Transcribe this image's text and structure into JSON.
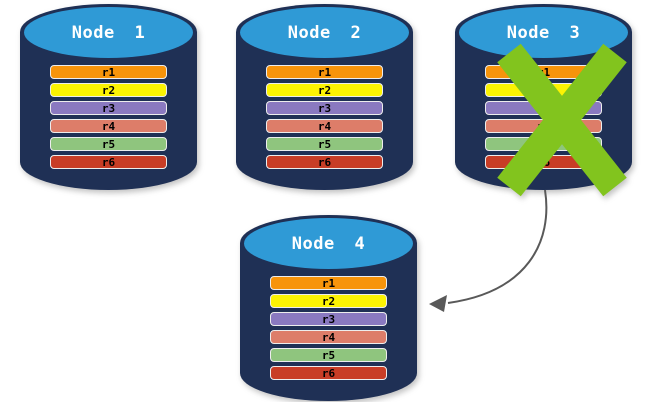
{
  "diagram": {
    "description": "Database replication nodes with failed node failover"
  },
  "nodes": [
    {
      "label": "Node 1",
      "failed": false
    },
    {
      "label": "Node 2",
      "failed": false
    },
    {
      "label": "Node 3",
      "failed": true
    },
    {
      "label": "Node 4",
      "failed": false
    }
  ],
  "replicas": [
    {
      "label": "r1",
      "color": "#F7940B"
    },
    {
      "label": "r2",
      "color": "#FCF303"
    },
    {
      "label": "r3",
      "color": "#8A79C0"
    },
    {
      "label": "r4",
      "color": "#DD7D69"
    },
    {
      "label": "r5",
      "color": "#8FC57E"
    },
    {
      "label": "r6",
      "color": "#C83D26"
    }
  ],
  "colors": {
    "cylinder_body": "#1F3055",
    "cylinder_top": "#2F9AD6",
    "failure_x": "#82C41E",
    "arrow": "#595959"
  }
}
